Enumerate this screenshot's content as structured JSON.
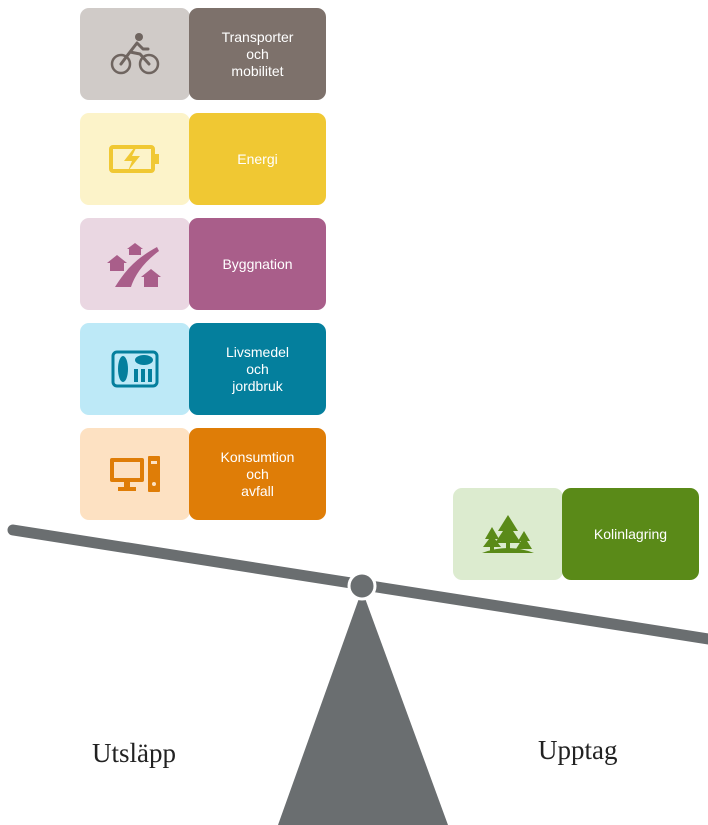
{
  "emissions": [
    {
      "label": "Transporter\noch\nmobilitet",
      "icon": "bicycle-icon",
      "light": "#d0cbc8",
      "dark": "#7d716b",
      "fg": "#6f6560"
    },
    {
      "label": "Energi",
      "icon": "battery-charging-icon",
      "light": "#fcf3c9",
      "dark": "#f0c833",
      "fg": "#f0c833"
    },
    {
      "label": "Byggnation",
      "icon": "houses-road-icon",
      "light": "#ead7e2",
      "dark": "#a95e8a",
      "fg": "#a95e8a"
    },
    {
      "label": "Livsmedel\noch\njordbruk",
      "icon": "food-tray-icon",
      "light": "#bde9f7",
      "dark": "#047f9d",
      "fg": "#047f9d"
    },
    {
      "label": "Konsumtion\noch\navfall",
      "icon": "computer-icon",
      "light": "#fde1c2",
      "dark": "#df7d07",
      "fg": "#df7d07"
    }
  ],
  "uptake": {
    "label": "Kolinlagring",
    "icon": "forest-icon",
    "light": "#dcebcf",
    "dark": "#5a8a18",
    "fg": "#5a8a18"
  },
  "captions": {
    "left": "Utsläpp",
    "right": "Upptag"
  },
  "scale_color": "#6a6e70"
}
